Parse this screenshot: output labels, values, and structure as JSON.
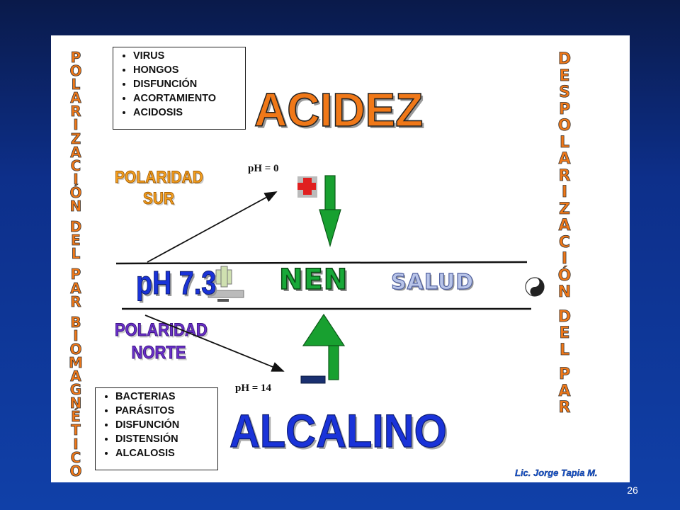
{
  "left_vertical_title": "POLARIZACIÓN DEL PAR BIOMAGNÉTICO",
  "right_vertical_title": "DESPOLARIZACIÓN DEL PAR",
  "top_list": [
    "VIRUS",
    "HONGOS",
    "DISFUNCIÓN",
    "ACORTAMIENTO",
    "ACIDOSIS"
  ],
  "bottom_list": [
    "BACTERIAS",
    "PARÁSITOS",
    "DISFUNCIÓN",
    "DISTENSIÓN",
    "ALCALOSIS"
  ],
  "acid_label": "ACIDEZ",
  "alkaline_label": "ALCALINO",
  "polarity_south": [
    "POLARIDAD",
    "SUR"
  ],
  "polarity_north": [
    "POLARIDAD",
    "NORTE"
  ],
  "ph_top": "pH = 0",
  "ph_bottom": "pH = 14",
  "ph_neutral": "pH 7.3",
  "nen_label": "NEN",
  "health_label": "SALUD",
  "signature": "Lic. Jorge Tapia M.",
  "page_number": "26",
  "icons": {
    "plus": "plus-icon",
    "minus": "minus-icon",
    "neutral": "plus-minus-icon",
    "yin_yang": "yin-yang-icon"
  },
  "colors": {
    "acid": "#f07818",
    "alkaline": "#1a33d8",
    "nen": "#18a838",
    "plus": "#e02020",
    "minus": "#1a3070",
    "arrow": "#18a030"
  }
}
